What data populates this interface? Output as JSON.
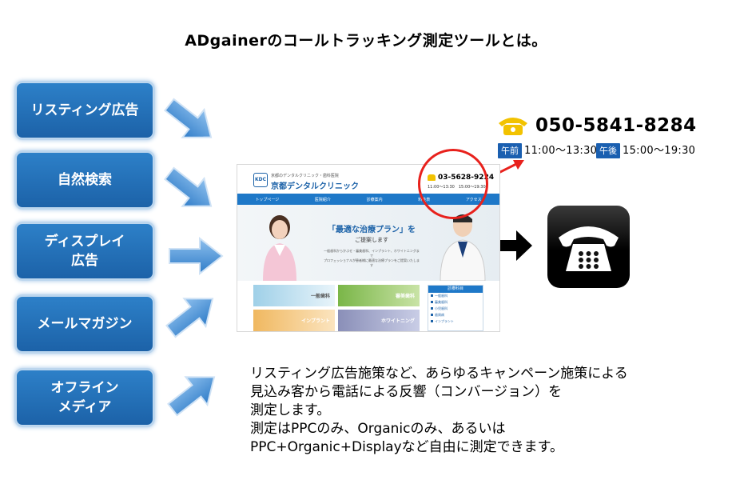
{
  "title": "ADgainerのコールトラッキング測定ツールとは。",
  "sources": [
    {
      "line1": "リスティング広告",
      "line2": ""
    },
    {
      "line1": "自然検索",
      "line2": ""
    },
    {
      "line1": "ディスプレイ",
      "line2": "広告"
    },
    {
      "line1": "メールマガジン",
      "line2": ""
    },
    {
      "line1": "オフライン",
      "line2": "メディア"
    }
  ],
  "site": {
    "tagline": "京都のデンタルクリニック・歯科医院",
    "logo": "KDC",
    "name": "京都デンタルクリニック",
    "phone": "03-5628-9224",
    "hours_am": "11:00〜13:30",
    "hours_pm": "15:00〜19:30",
    "nav": [
      "トップページ",
      "医院紹介",
      "診療案内",
      "料金表",
      "アクセス"
    ],
    "hero_main": "「最適な治療プラン」を",
    "hero_sub": "ご提案します",
    "hero_body_1": "一般歯科からかぶせ・審美歯科、インプラント、ホワイトニングまで",
    "hero_body_2": "プロフェッショナルが患者様に最適な治療プランをご提案いたします",
    "tiles": [
      "一般歯科",
      "審美歯科",
      "インプラント",
      "ホワイトニング"
    ],
    "sidebar_title": "診療科目",
    "sidebar_items": [
      "一般歯科",
      "審美歯科",
      "小児歯科",
      "歯周病",
      "インプラント"
    ]
  },
  "tracking": {
    "number": "050-5841-8284",
    "am_label": "午前",
    "am_hours": "11:00〜13:30",
    "pm_label": "午後",
    "pm_hours": "15:00〜19:30"
  },
  "description": [
    "リスティング広告施策など、あらゆるキャンペーン施策による",
    "見込み客から電話による反響（コンバージョン）を",
    "測定します。",
    "測定はPPCのみ、Organicのみ、あるいは",
    "PPC+Organic+Displayなど自由に測定できます。"
  ],
  "colors": {
    "source_box": "#2170b8",
    "arrow": "#3d8ad6",
    "highlight": "#e8211c",
    "badge": "#1a5fb0"
  }
}
